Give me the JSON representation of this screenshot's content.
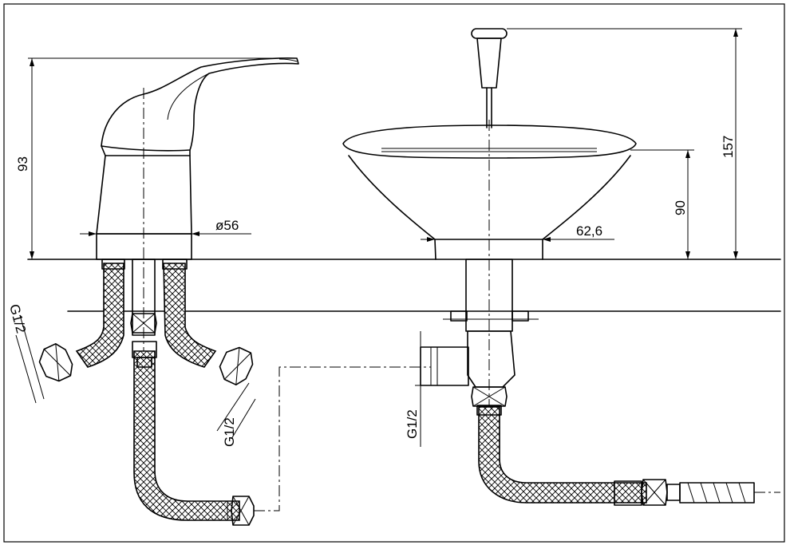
{
  "dimensions": {
    "mixer_height": "93",
    "base_diameter": "ø56",
    "overflow_height": "157",
    "cap_height": "90",
    "cap_diameter": "62,6"
  },
  "threads": {
    "left_hose_thread": "G1/2",
    "right_hose_thread": "G1/2",
    "waste_thread": "G1/2"
  }
}
